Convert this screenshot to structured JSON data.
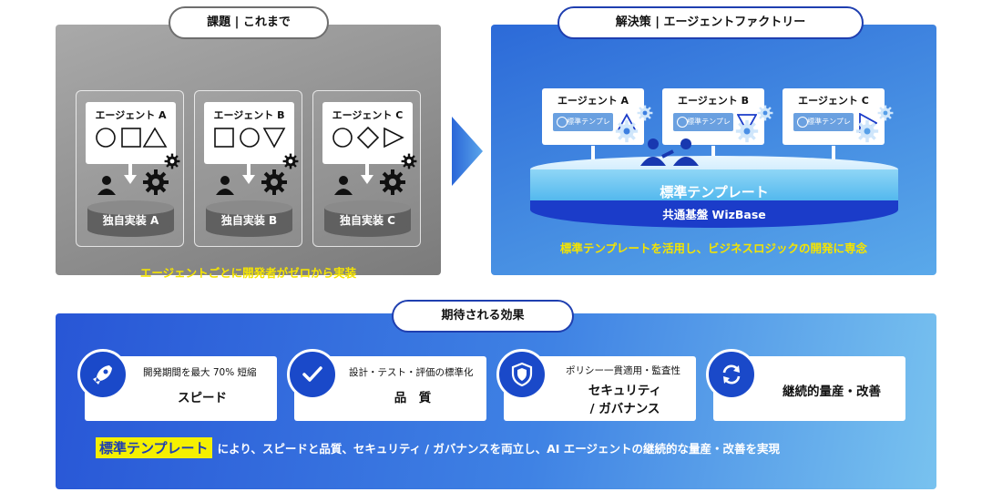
{
  "left": {
    "pill": "課題 | これまで",
    "agents": [
      {
        "label": "エージェント A",
        "implementation": "独自実装 A"
      },
      {
        "label": "エージェント B",
        "implementation": "独自実装 B"
      },
      {
        "label": "エージェント C",
        "implementation": "独自実装 C"
      }
    ],
    "caption": "エージェントごとに開発者がゼロから実装"
  },
  "right": {
    "pill": "解決策 | エージェントファクトリー",
    "agents": [
      {
        "label": "エージェント A",
        "template": "標準テンプレート"
      },
      {
        "label": "エージェント B",
        "template": "標準テンプレート"
      },
      {
        "label": "エージェント C",
        "template": "標準テンプレート"
      }
    ],
    "standard_template": "標準テンプレート",
    "platform": "共通基盤 WizBase",
    "caption": "標準テンプレートを活用し、ビジネスロジックの開発に専念"
  },
  "effects": {
    "pill": "期待される効果",
    "items": [
      {
        "sub": "開発期間を最大 70% 短縮",
        "main": "スピード",
        "icon": "rocket-icon"
      },
      {
        "sub": "設計・テスト・評価の標準化",
        "main": "品　質",
        "icon": "check-icon"
      },
      {
        "sub": "ポリシー一貫適用・監査性",
        "main1": "セキュリティ",
        "main2": "/ ガバナンス",
        "icon": "shield-icon"
      },
      {
        "main": "継続的量産・改善",
        "icon": "refresh-icon"
      }
    ],
    "highlight": "標準テンプレート",
    "caption": "により、スピードと品質、セキュリティ / ガバナンスを両立し、AI エージェントの継続的な量産・改善を実現"
  },
  "colors": {
    "accent_yellow": "#f5e400",
    "brand_blue": "#1b3cc9"
  }
}
